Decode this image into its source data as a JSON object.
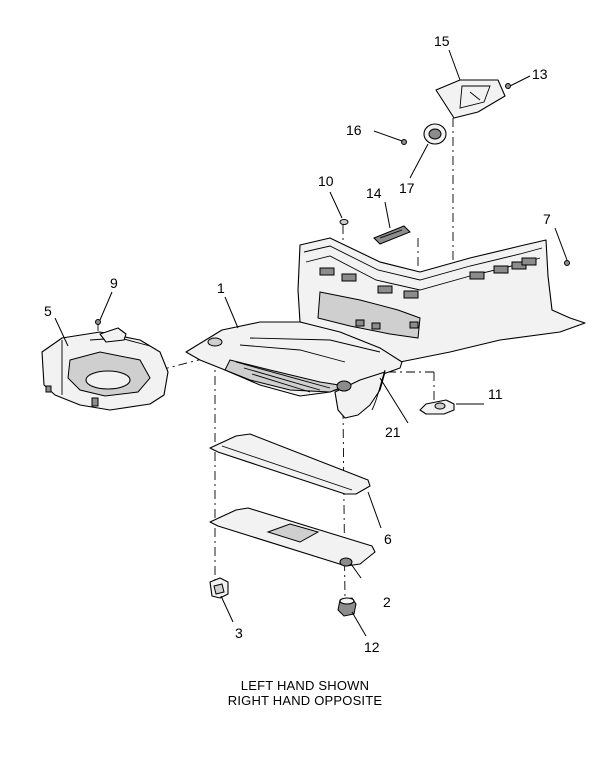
{
  "callouts": [
    {
      "id": "c1",
      "label": "1"
    },
    {
      "id": "c2",
      "label": "2"
    },
    {
      "id": "c3",
      "label": "3"
    },
    {
      "id": "c5",
      "label": "5"
    },
    {
      "id": "c6",
      "label": "6"
    },
    {
      "id": "c7",
      "label": "7"
    },
    {
      "id": "c9",
      "label": "9"
    },
    {
      "id": "c10",
      "label": "10"
    },
    {
      "id": "c11",
      "label": "11"
    },
    {
      "id": "c12",
      "label": "12"
    },
    {
      "id": "c13",
      "label": "13"
    },
    {
      "id": "c14",
      "label": "14"
    },
    {
      "id": "c15",
      "label": "15"
    },
    {
      "id": "c16",
      "label": "16"
    },
    {
      "id": "c17",
      "label": "17"
    },
    {
      "id": "c21",
      "label": "21"
    }
  ],
  "caption": {
    "line1": "LEFT HAND SHOWN",
    "line2": "RIGHT HAND OPPOSITE"
  }
}
